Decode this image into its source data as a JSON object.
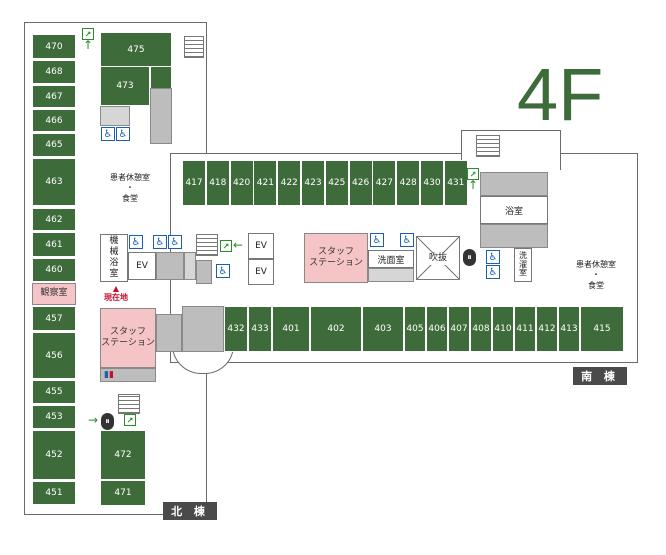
{
  "floor_label": "4F",
  "building_tags": {
    "north": "北 棟",
    "south": "南 棟"
  },
  "north_wing": {
    "column_rooms": [
      "470",
      "468",
      "467",
      "466",
      "465",
      "463",
      "462",
      "461",
      "460",
      "457",
      "456",
      "455",
      "453",
      "452",
      "451"
    ],
    "observation_room": "観察室",
    "inner_rooms": [
      "475",
      "473",
      "472",
      "471"
    ],
    "lounge": "患者休憩室\n・\n食堂",
    "bath": "機\n械\n浴\n室",
    "staff_station": "スタッフ\nステーション",
    "current_location": "現在地",
    "ev": "EV"
  },
  "corridor": {
    "top_rooms": [
      "417",
      "418",
      "420",
      "421",
      "422",
      "423",
      "425",
      "426",
      "427",
      "428",
      "430",
      "431"
    ],
    "bottom_rooms": [
      "432",
      "433",
      "401",
      "402",
      "403",
      "405",
      "406",
      "407",
      "408",
      "410",
      "411",
      "412",
      "413",
      "415"
    ],
    "ev": "EV",
    "staff_station": "スタッフ\nステーション",
    "washroom": "洗面室",
    "atrium": "吹抜"
  },
  "south_wing": {
    "bath": "浴室",
    "laundry": "洗\n濯\n室",
    "lounge": "患者休憩室\n・\n食堂"
  },
  "icons": {
    "wheelchair": "wheelchair-icon",
    "exit": "emergency-exit-icon",
    "elevator": "elevator-icon",
    "restroom": "restroom-icon",
    "arrow": "arrow-icon"
  },
  "colors": {
    "room": "#3e6b3a",
    "staff_station": "#f4c4c6",
    "gray": "#bdbdbd",
    "accent": "#c8102e"
  }
}
